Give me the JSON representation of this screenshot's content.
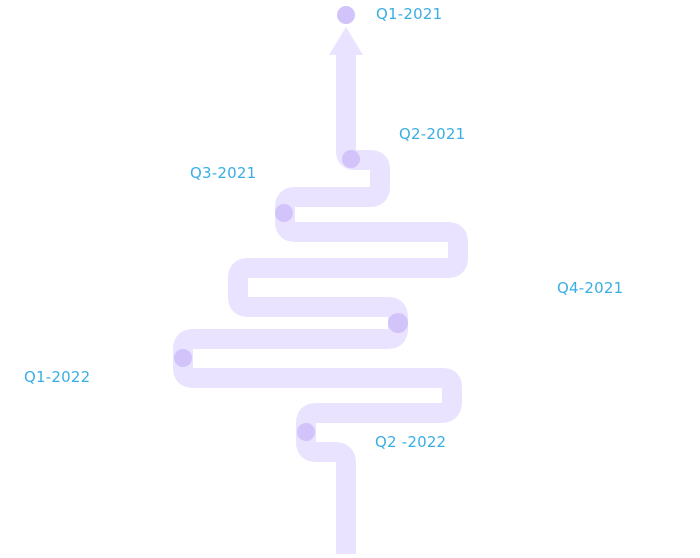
{
  "colors": {
    "path": "#e9e3ff",
    "dot": "#d2c3fb",
    "label": "#39aee4"
  },
  "milestones": [
    {
      "label": "Q1-2021"
    },
    {
      "label": "Q2-2021"
    },
    {
      "label": "Q3-2021"
    },
    {
      "label": "Q4-2021"
    },
    {
      "label": "Q1-2022"
    },
    {
      "label": "Q2 -2022"
    }
  ]
}
